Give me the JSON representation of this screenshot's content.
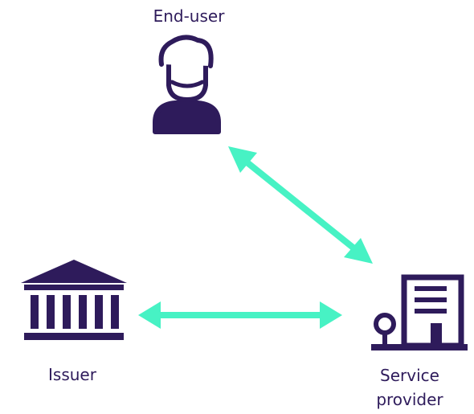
{
  "nodes": {
    "end_user": {
      "label": "End-user"
    },
    "issuer": {
      "label": "Issuer"
    },
    "service_provider": {
      "label_line1": "Service",
      "label_line2": "provider"
    }
  },
  "colors": {
    "icon": "#2e1b5b",
    "arrow": "#47f2c4",
    "text": "#2e1b5b"
  },
  "edges": [
    {
      "from": "end_user",
      "to": "service_provider",
      "bidirectional": true
    },
    {
      "from": "issuer",
      "to": "service_provider",
      "bidirectional": true
    }
  ]
}
